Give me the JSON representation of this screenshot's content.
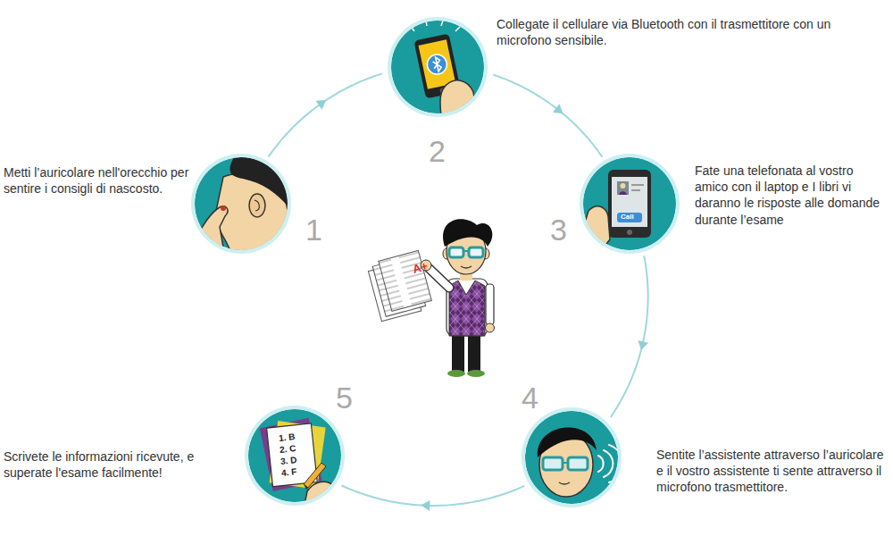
{
  "diagram": {
    "nodes": [
      {
        "text": [
          "Metti l’auricolare nell'orecchio per sentire i consigli di nascosto.",
          "1"
        ]
      },
      {
        "text": [
          "Collegate il cellulare via Bluetooth con il trasmettitore con un microfono sensibile.",
          "2"
        ]
      },
      {
        "text": [
          "Fate una telefonata al vostro amico con il laptop e I libri vi daranno le risposte alle domande durante l’esame",
          "3"
        ]
      },
      {
        "text": [
          "Sentite l’assistente attraverso l’auricolare e il vostro assistente ti sente attraverso il microfono trasmettitore.",
          "4"
        ]
      },
      {
        "text": [
          "Scrivete le informazioni ricevute, e superate l'esame facilmente!",
          "5"
        ]
      }
    ],
    "edges": [
      {
        "from": 0,
        "to": 1,
        "arrow": "to"
      },
      {
        "from": 1,
        "to": 2,
        "arrow": "to"
      },
      {
        "from": 2,
        "to": 3,
        "arrow": "to"
      },
      {
        "from": 3,
        "to": 4,
        "arrow": "to"
      }
    ],
    "labels": [
      "A+",
      "Call",
      "1. B",
      "2. C",
      "3. D",
      "4. F"
    ]
  }
}
